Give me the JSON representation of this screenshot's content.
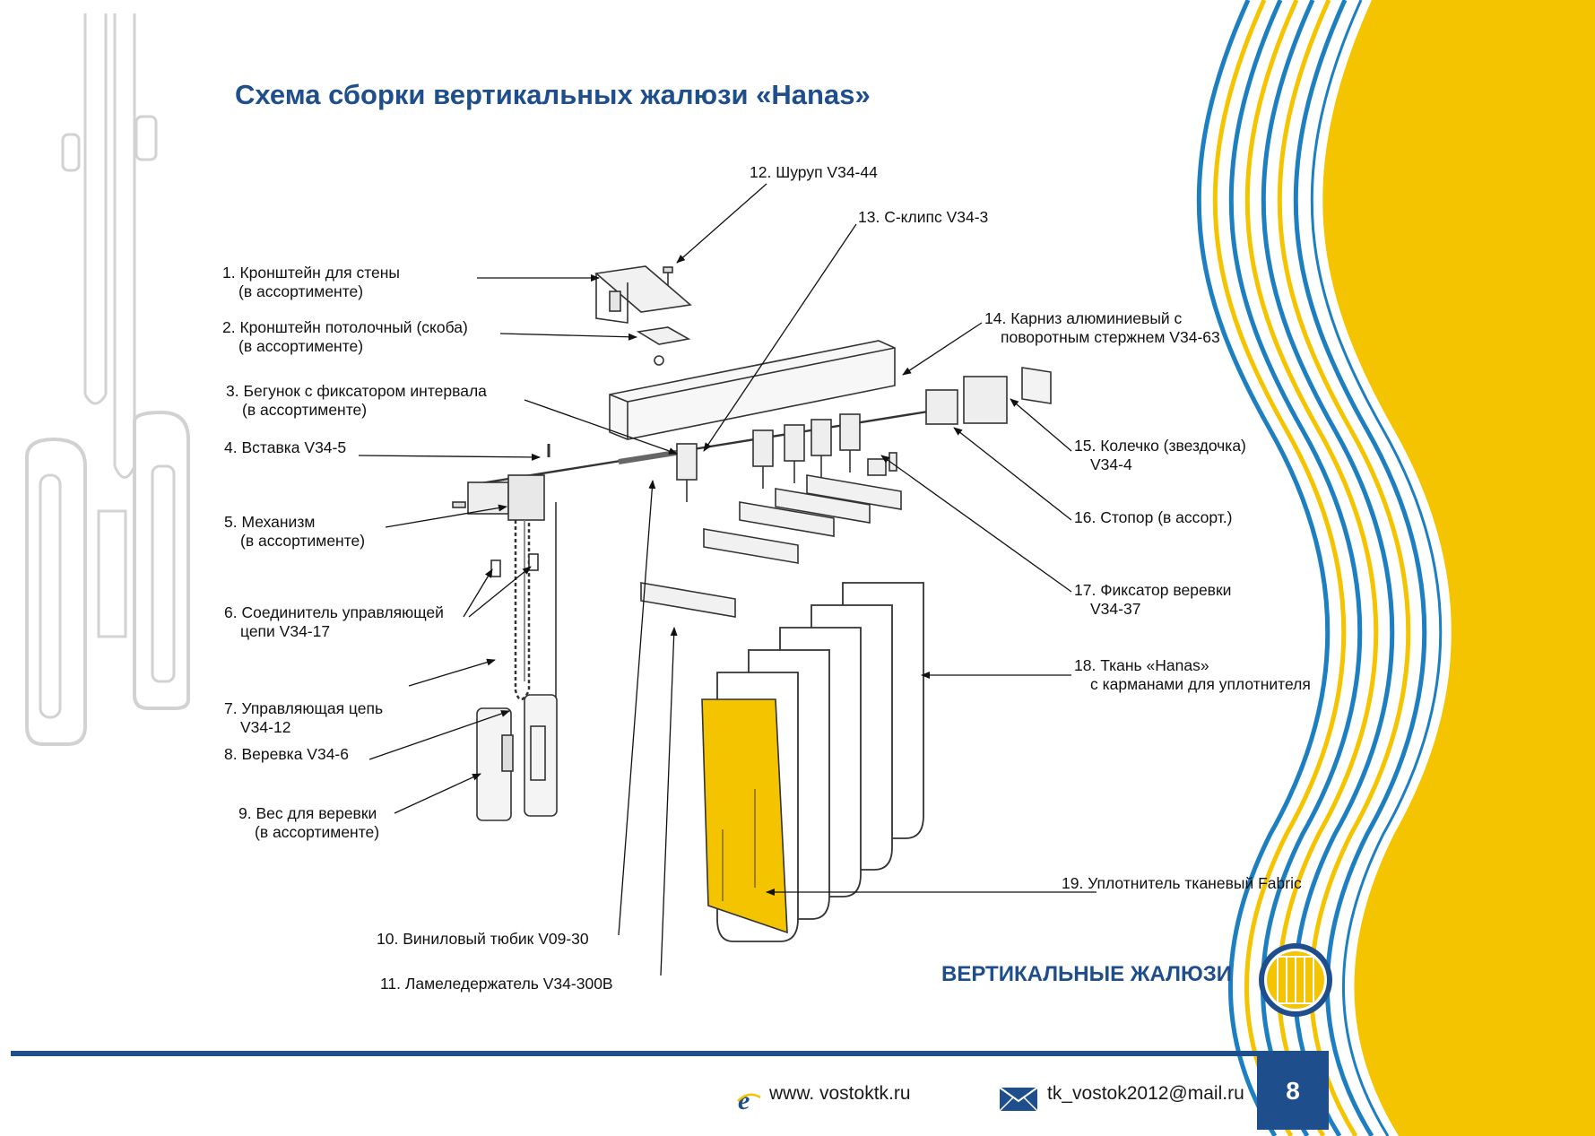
{
  "title": "Схема сборки вертикальных жалюзи «Hanas»",
  "labels": [
    {
      "num": "1.",
      "lines": [
        "Кронштейн для стены",
        "(в ассортименте)"
      ]
    },
    {
      "num": "2.",
      "lines": [
        "Кронштейн потолочный (скоба)",
        "(в ассортименте)"
      ]
    },
    {
      "num": "3.",
      "lines": [
        "Бегунок с фиксатором интервала",
        "(в ассортименте)"
      ]
    },
    {
      "num": "4.",
      "lines": [
        "Вставка V34-5"
      ]
    },
    {
      "num": "5.",
      "lines": [
        "Механизм",
        "(в ассортименте)"
      ]
    },
    {
      "num": "6.",
      "lines": [
        "Соединитель управляющей",
        "цепи V34-17"
      ]
    },
    {
      "num": "7.",
      "lines": [
        "Управляющая цепь",
        "V34-12"
      ]
    },
    {
      "num": "8.",
      "lines": [
        "Веревка V34-6"
      ]
    },
    {
      "num": "9.",
      "lines": [
        "Вес для веревки",
        "(в ассортименте)"
      ]
    },
    {
      "num": "10.",
      "lines": [
        "Виниловый тюбик V09-30"
      ]
    },
    {
      "num": "11.",
      "lines": [
        "Ламеледержатель V34-300B"
      ]
    },
    {
      "num": "12.",
      "lines": [
        "Шуруп V34-44"
      ]
    },
    {
      "num": "13.",
      "lines": [
        "С-клипс V34-3"
      ]
    },
    {
      "num": "14.",
      "lines": [
        "Карниз алюминиевый с",
        "поворотным стержнем V34-63"
      ]
    },
    {
      "num": "15.",
      "lines": [
        "Колечко (звездочка)",
        "V34-4"
      ]
    },
    {
      "num": "16.",
      "lines": [
        "Стопор (в ассорт.)"
      ]
    },
    {
      "num": "17.",
      "lines": [
        "Фиксатор веревки",
        "V34-37"
      ]
    },
    {
      "num": "18.",
      "lines": [
        "Ткань «Hanas»",
        "с карманами для уплотнителя"
      ]
    },
    {
      "num": "19.",
      "lines": [
        "Уплотнитель тканевый Fabric"
      ]
    }
  ],
  "section_title": "ВЕРТИКАЛЬНЫЕ ЖАЛЮЗИ",
  "footer": {
    "website": "www. vostoktk.ru",
    "email": "tk_vostok2012@mail.ru",
    "page": "8"
  },
  "icons": {
    "website": "ie-logo-icon",
    "email": "envelope-icon",
    "section": "vertical-blinds-icon"
  },
  "colors": {
    "brand_blue": "#1f4e8c",
    "accent_yellow": "#f5c400",
    "stripe_blue": "#1e7fc0"
  }
}
